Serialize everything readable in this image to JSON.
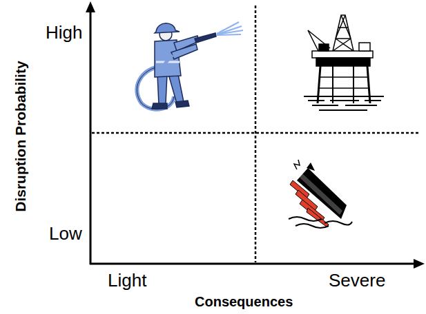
{
  "diagram": {
    "labels": [
      "Disruption Probability",
      "High",
      "Low",
      "Light",
      "Severe",
      "Consequences"
    ]
  }
}
